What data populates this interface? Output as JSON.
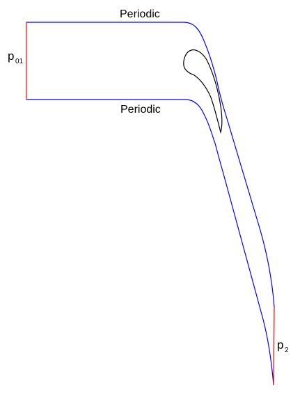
{
  "labels": {
    "periodic_top": "Periodic",
    "periodic_bottom": "Periodic",
    "inlet_symbol": "p",
    "inlet_subscript": "01",
    "outlet_symbol": "p",
    "outlet_subscript": "2"
  },
  "colors": {
    "periodic_boundary": "#0000ff",
    "pressure_boundary": "#ff0000",
    "wall_boundary": "#000000",
    "text": "#000000",
    "background": "#ffffff"
  }
}
